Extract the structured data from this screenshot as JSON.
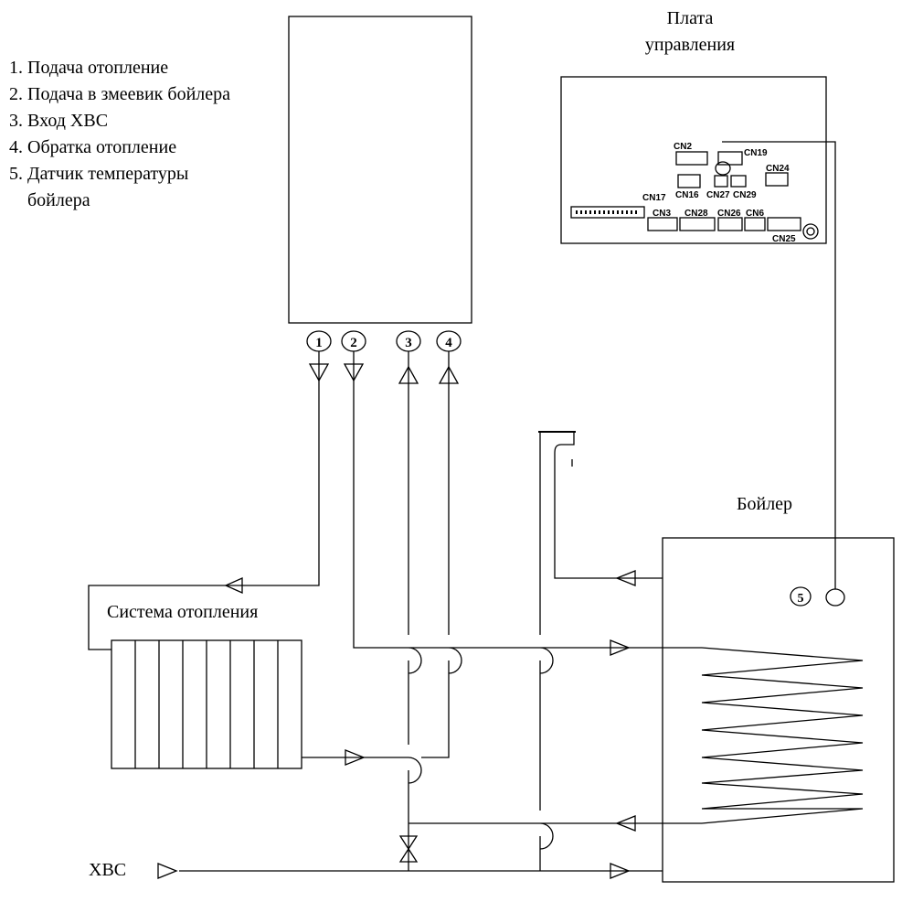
{
  "legend": {
    "items": [
      "1. Подача отопление",
      "2. Подача в змеевик бойлера",
      "3. Вход ХВС",
      "4. Обратка отопление",
      "5. Датчик температуры",
      "бойлера"
    ]
  },
  "labels": {
    "board_line1": "Плата",
    "board_line2": "управления",
    "boiler": "Бойлер",
    "heating_system": "Система отопления",
    "cold_water": "ХВС"
  },
  "ports": [
    "1",
    "2",
    "3",
    "4"
  ],
  "sensor_marker": "5",
  "connectors": [
    "CN2",
    "CN19",
    "CN24",
    "CN16",
    "CN27",
    "CN29",
    "CN17",
    "CN3",
    "CN28",
    "CN26",
    "CN6",
    "CN25"
  ]
}
